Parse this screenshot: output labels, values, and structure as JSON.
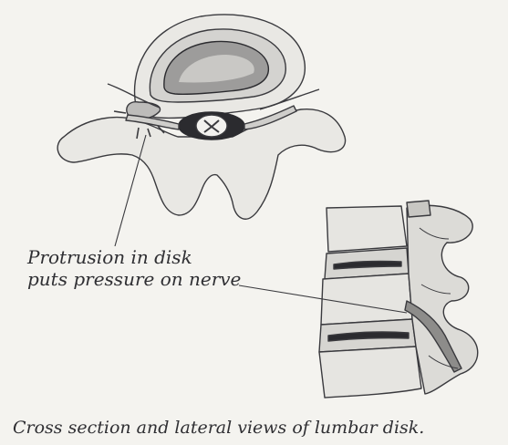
{
  "callout": {
    "line1": "Protrusion in disk",
    "line2": "puts pressure on nerve"
  },
  "caption": "Cross section and lateral views of lumbar disk.",
  "colors": {
    "background": "#f4f3ef",
    "ink": "#3a3a3e",
    "bone_fill": "#e9e8e4",
    "bone_shade": "#bdbcba",
    "disk_core": "#9d9c9b",
    "nerve_dark": "#2b2b2f"
  }
}
